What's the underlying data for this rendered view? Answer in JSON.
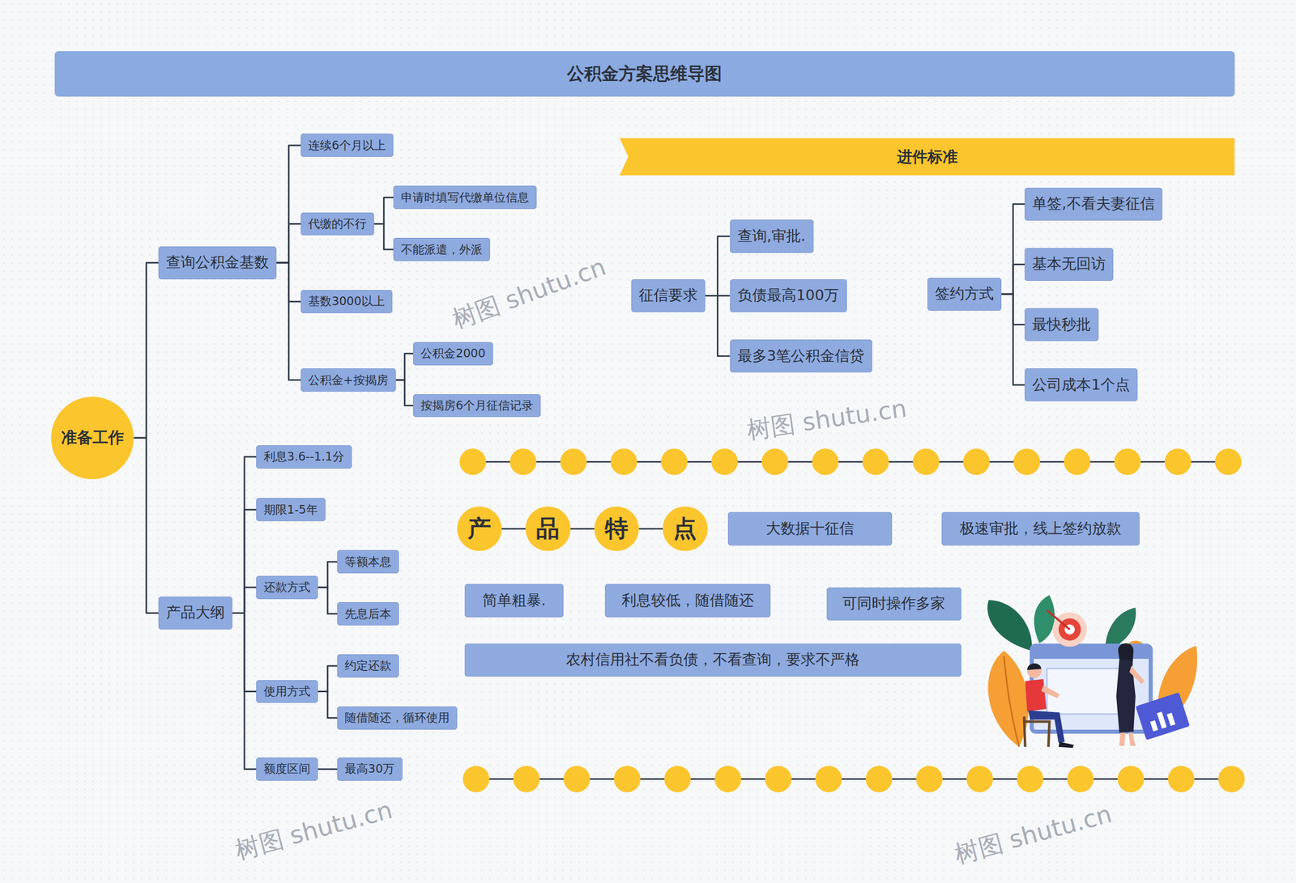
{
  "diagram": {
    "title": "公积金方案思维导图",
    "nodes": [
      {
        "text": [
          "准备工作"
        ]
      },
      {
        "text": [
          "查询公积金基数"
        ]
      },
      {
        "text": [
          "连续6个月以上"
        ]
      },
      {
        "text": [
          "代缴的不行"
        ]
      },
      {
        "text": [
          "申请时填写代缴单位信息"
        ]
      },
      {
        "text": [
          "不能派遣，外派"
        ]
      },
      {
        "text": [
          "基数3000以上"
        ]
      },
      {
        "text": [
          "公积金+按揭房"
        ]
      },
      {
        "text": [
          "公积金2000"
        ]
      },
      {
        "text": [
          "按揭房6个月征信记录"
        ]
      },
      {
        "text": [
          "产品大纲"
        ]
      },
      {
        "text": [
          "利息3.6--1.1分"
        ]
      },
      {
        "text": [
          "期限1-5年"
        ]
      },
      {
        "text": [
          "还款方式"
        ]
      },
      {
        "text": [
          "等额本息"
        ]
      },
      {
        "text": [
          "先息后本"
        ]
      },
      {
        "text": [
          "使用方式"
        ]
      },
      {
        "text": [
          "约定还款"
        ]
      },
      {
        "text": [
          "随借随还，循环使用"
        ]
      },
      {
        "text": [
          "额度区间"
        ]
      },
      {
        "text": [
          "最高30万"
        ]
      },
      {
        "text": [
          "进件标准"
        ]
      },
      {
        "text": [
          "征信要求"
        ]
      },
      {
        "text": [
          "查询,审批."
        ]
      },
      {
        "text": [
          "负债最高100万"
        ]
      },
      {
        "text": [
          "最多3笔公积金信贷"
        ]
      },
      {
        "text": [
          "签约方式"
        ]
      },
      {
        "text": [
          "单签,不看夫妻征信"
        ]
      },
      {
        "text": [
          "基本无回访"
        ]
      },
      {
        "text": [
          "最快秒批"
        ]
      },
      {
        "text": [
          "公司成本1个点"
        ]
      },
      {
        "text": [
          "产"
        ]
      },
      {
        "text": [
          "品"
        ]
      },
      {
        "text": [
          "特"
        ]
      },
      {
        "text": [
          "点"
        ]
      },
      {
        "text": [
          "大数据十征信"
        ]
      },
      {
        "text": [
          "极速审批，线上签约放款"
        ]
      },
      {
        "text": [
          "简单粗暴."
        ]
      },
      {
        "text": [
          "利息较低，随借随还"
        ]
      },
      {
        "text": [
          "可同时操作多家"
        ]
      },
      {
        "text": [
          "农村信用社不看负债，不看查询，要求不严格"
        ]
      }
    ],
    "edges": [
      {
        "from": 0,
        "to": 1,
        "arrow": "none"
      },
      {
        "from": 0,
        "to": 10,
        "arrow": "none"
      },
      {
        "from": 1,
        "to": 2,
        "arrow": "none"
      },
      {
        "from": 1,
        "to": 3,
        "arrow": "none"
      },
      {
        "from": 1,
        "to": 6,
        "arrow": "none"
      },
      {
        "from": 1,
        "to": 7,
        "arrow": "none"
      },
      {
        "from": 3,
        "to": 4,
        "arrow": "none"
      },
      {
        "from": 3,
        "to": 5,
        "arrow": "none"
      },
      {
        "from": 7,
        "to": 8,
        "arrow": "none"
      },
      {
        "from": 7,
        "to": 9,
        "arrow": "none"
      },
      {
        "from": 10,
        "to": 11,
        "arrow": "none"
      },
      {
        "from": 10,
        "to": 12,
        "arrow": "none"
      },
      {
        "from": 10,
        "to": 13,
        "arrow": "none"
      },
      {
        "from": 10,
        "to": 16,
        "arrow": "none"
      },
      {
        "from": 10,
        "to": 19,
        "arrow": "none"
      },
      {
        "from": 13,
        "to": 14,
        "arrow": "none"
      },
      {
        "from": 13,
        "to": 15,
        "arrow": "none"
      },
      {
        "from": 16,
        "to": 17,
        "arrow": "none"
      },
      {
        "from": 16,
        "to": 18,
        "arrow": "none"
      },
      {
        "from": 19,
        "to": 20,
        "arrow": "none"
      },
      {
        "from": 22,
        "to": 23,
        "arrow": "none"
      },
      {
        "from": 22,
        "to": 24,
        "arrow": "none"
      },
      {
        "from": 22,
        "to": 25,
        "arrow": "none"
      },
      {
        "from": 26,
        "to": 27,
        "arrow": "none"
      },
      {
        "from": 26,
        "to": 28,
        "arrow": "none"
      },
      {
        "from": 26,
        "to": 29,
        "arrow": "none"
      },
      {
        "from": 26,
        "to": 30,
        "arrow": "none"
      },
      {
        "from": 31,
        "to": 32,
        "arrow": "none"
      },
      {
        "from": 32,
        "to": 33,
        "arrow": "none"
      },
      {
        "from": 33,
        "to": 34,
        "arrow": "none"
      }
    ],
    "labels": [
      "树图 shutu.cn",
      "树图 shutu.cn",
      "树图 shutu.cn",
      "树图 shutu.cn"
    ]
  }
}
